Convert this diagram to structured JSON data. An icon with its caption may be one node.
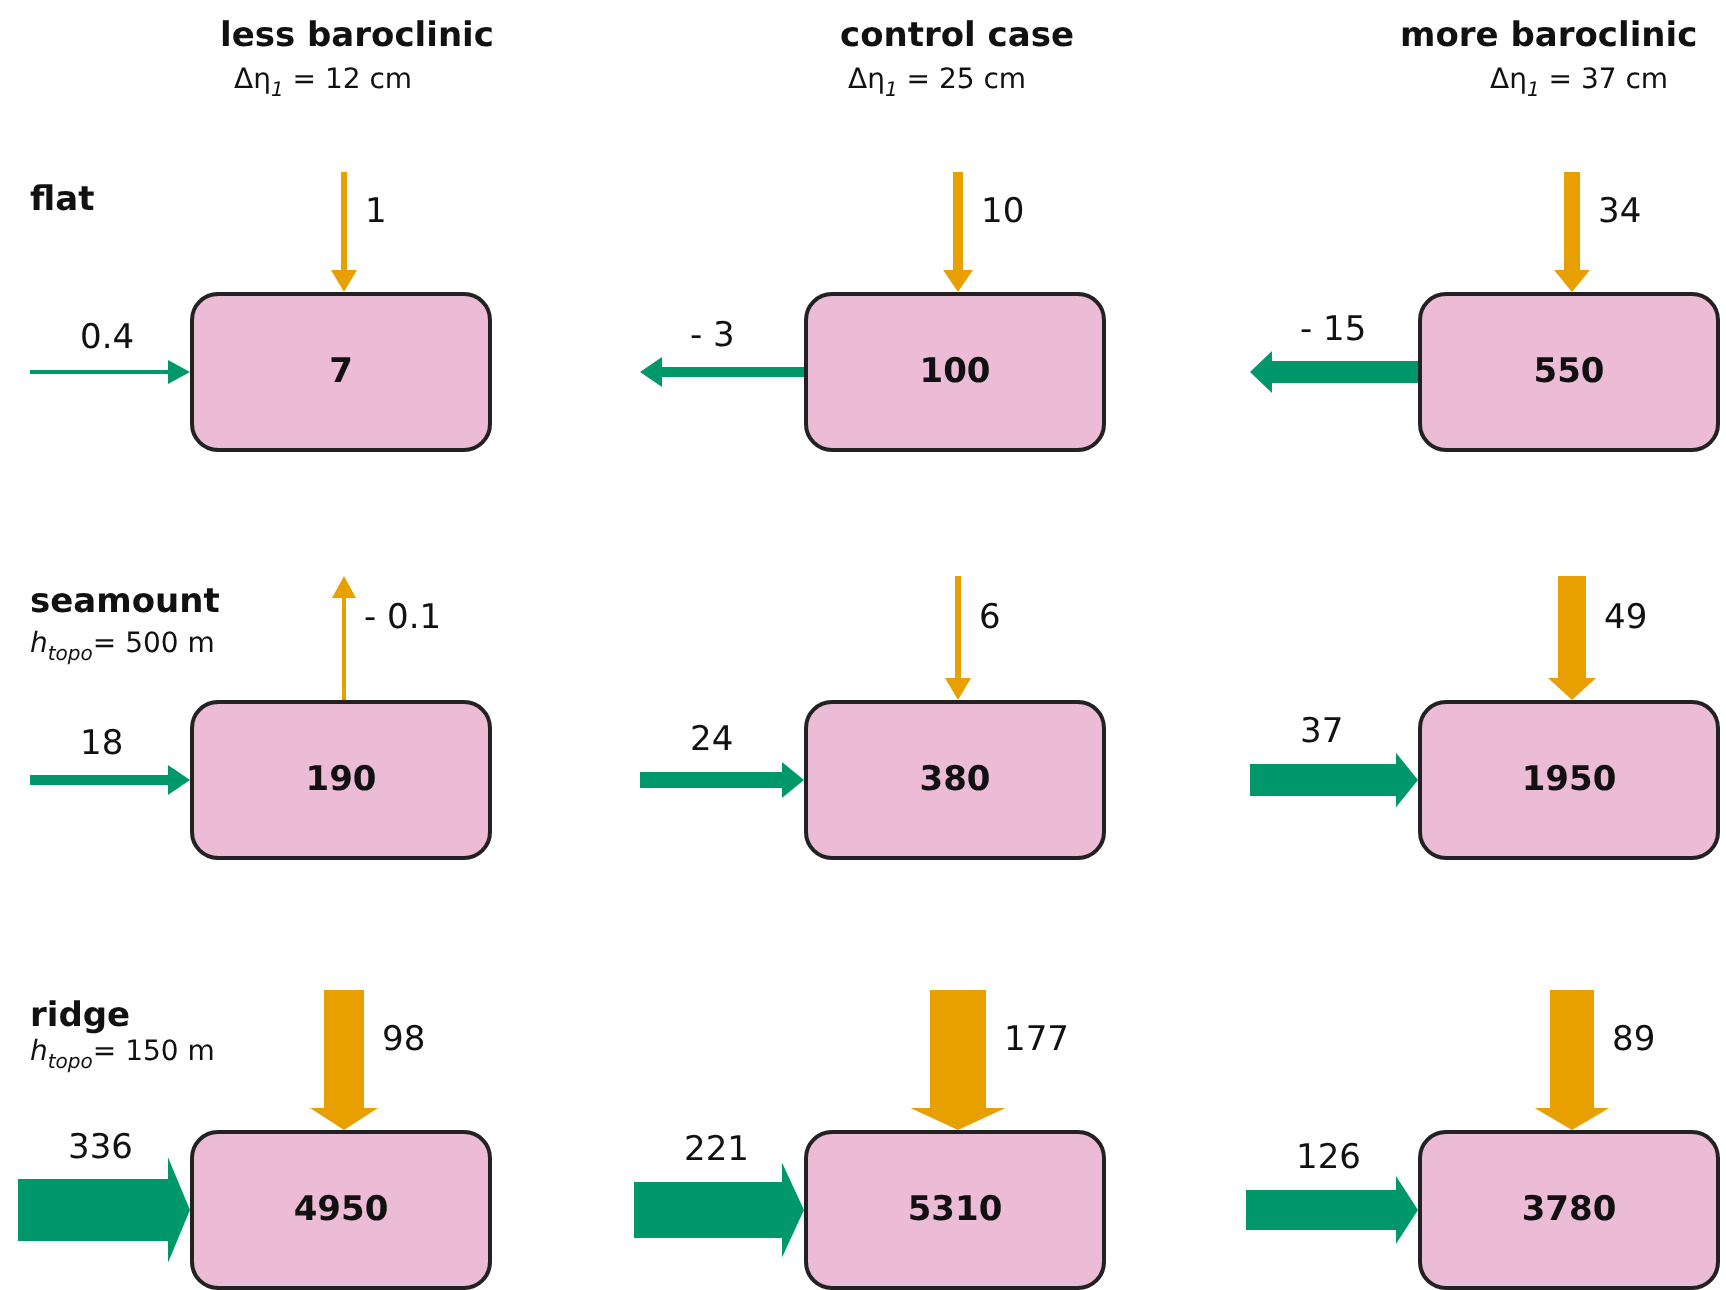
{
  "diagram": {
    "nodes": [
      {
        "text": [
          "7"
        ]
      },
      {
        "text": [
          "100"
        ]
      },
      {
        "text": [
          "550"
        ]
      },
      {
        "text": [
          "190"
        ]
      },
      {
        "text": [
          "380"
        ]
      },
      {
        "text": [
          "1950"
        ]
      },
      {
        "text": [
          "4950"
        ]
      },
      {
        "text": [
          "5310"
        ]
      },
      {
        "text": [
          "3780"
        ]
      }
    ],
    "edges": [
      {
        "from": null,
        "to": 0,
        "arrow": "to",
        "label": "1",
        "color": "#e8a000"
      },
      {
        "from": null,
        "to": 0,
        "arrow": "to",
        "label": "0.4",
        "color": "#00976a"
      },
      {
        "from": null,
        "to": 1,
        "arrow": "to",
        "label": "10",
        "color": "#e8a000"
      },
      {
        "from": 1,
        "to": null,
        "arrow": "to",
        "label": "- 3",
        "color": "#00976a"
      },
      {
        "from": null,
        "to": 2,
        "arrow": "to",
        "label": "34",
        "color": "#e8a000"
      },
      {
        "from": 2,
        "to": null,
        "arrow": "to",
        "label": "- 15",
        "color": "#00976a"
      },
      {
        "from": 3,
        "to": null,
        "arrow": "to",
        "label": "- 0.1",
        "color": "#e8a000"
      },
      {
        "from": null,
        "to": 3,
        "arrow": "to",
        "label": "18",
        "color": "#00976a"
      },
      {
        "from": null,
        "to": 4,
        "arrow": "to",
        "label": "6",
        "color": "#e8a000"
      },
      {
        "from": null,
        "to": 4,
        "arrow": "to",
        "label": "24",
        "color": "#00976a"
      },
      {
        "from": null,
        "to": 5,
        "arrow": "to",
        "label": "49",
        "color": "#e8a000"
      },
      {
        "from": null,
        "to": 5,
        "arrow": "to",
        "label": "37",
        "color": "#00976a"
      },
      {
        "from": null,
        "to": 6,
        "arrow": "to",
        "label": "98",
        "color": "#e8a000"
      },
      {
        "from": null,
        "to": 6,
        "arrow": "to",
        "label": "336",
        "color": "#00976a"
      },
      {
        "from": null,
        "to": 7,
        "arrow": "to",
        "label": "177",
        "color": "#e8a000"
      },
      {
        "from": null,
        "to": 7,
        "arrow": "to",
        "label": "221",
        "color": "#00976a"
      },
      {
        "from": null,
        "to": 8,
        "arrow": "to",
        "label": "89",
        "color": "#e8a000"
      },
      {
        "from": null,
        "to": 8,
        "arrow": "to",
        "label": "126",
        "color": "#00976a"
      }
    ],
    "labels": [
      "less baroclinic",
      "Δη$_{1}$ = 12 cm",
      "control case",
      "Δη$_{1}$ = 25 cm",
      "more baroclinic",
      "Δη$_{1}$ = 37 cm",
      "flat",
      "seamount",
      "*h*$_{topo}$= 500 m",
      "ridge",
      "*h*$_{topo}$= 150 m"
    ]
  }
}
